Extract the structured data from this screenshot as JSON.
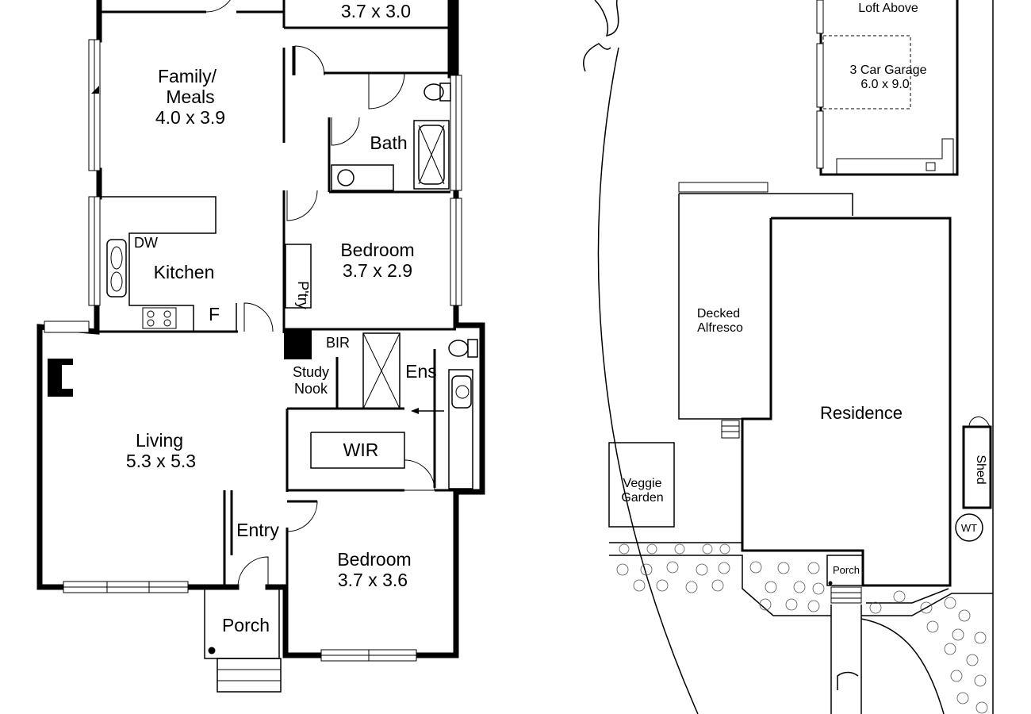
{
  "floor_plan": {
    "rooms": {
      "top_room_dims": "3.7 x 3.0",
      "family_name": "Family/",
      "family_name2": "Meals",
      "family_dims": "4.0 x 3.9",
      "bath": "Bath",
      "kitchen": "Kitchen",
      "dw": "DW",
      "fridge": "F",
      "pantry": "P'try",
      "bedroom2_name": "Bedroom",
      "bedroom2_dims": "3.7 x 2.9",
      "bir": "BIR",
      "study1": "Study",
      "study2": "Nook",
      "ens": "Ens",
      "wir": "WIR",
      "living_name": "Living",
      "living_dims": "5.3 x 5.3",
      "entry": "Entry",
      "bedroom1_name": "Bedroom",
      "bedroom1_dims": "3.7 x 3.6",
      "porch": "Porch"
    }
  },
  "site_plan": {
    "loft": "Loft Above",
    "garage_name": "3 Car Garage",
    "garage_dims": "6.0 x 9.0",
    "decked1": "Decked",
    "decked2": "Alfresco",
    "residence": "Residence",
    "shed": "Shed",
    "veggie1": "Veggie",
    "veggie2": "Garden",
    "wt": "WT",
    "porch": "Porch"
  }
}
